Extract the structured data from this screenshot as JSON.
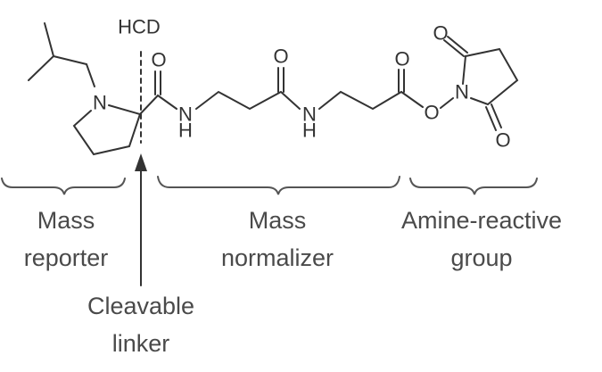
{
  "cleavage": {
    "label": "HCD"
  },
  "atoms": {
    "N": "N",
    "O": "O",
    "H": "H"
  },
  "groups": [
    {
      "line1": "Mass",
      "line2": "reporter"
    },
    {
      "line1": "Mass",
      "line2": "normalizer"
    },
    {
      "line1": "Amine-reactive",
      "line2": "group"
    }
  ],
  "linker": {
    "line1": "Cleavable",
    "line2": "linker"
  }
}
